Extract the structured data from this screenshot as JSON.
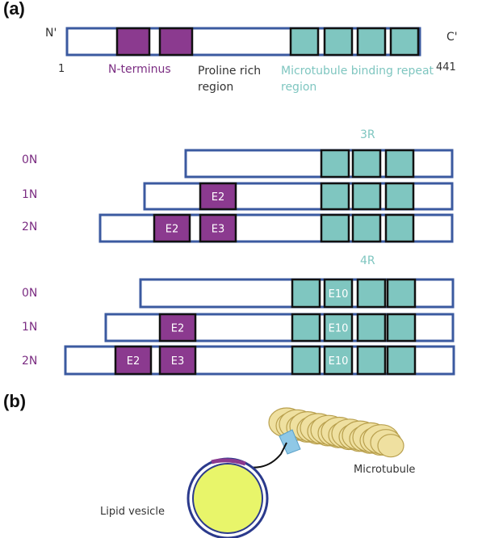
{
  "colors": {
    "outline": "#3b5aa0",
    "purple": "#8b3a8f",
    "teal": "#7fc6c0",
    "vesicle": "#e8f56a",
    "tubule": "#efe0a0"
  },
  "panel_a": {
    "label": "(a)",
    "n_term": "N'",
    "c_term": "C'",
    "start": "1",
    "end": "441",
    "n_terminus": "N-terminus",
    "proline": "Proline rich region",
    "mtbr": "Microtubule binding repeat region",
    "group_3r": "3R",
    "group_4r": "4R",
    "isoforms_3r": [
      {
        "name": "0N",
        "boxes": []
      },
      {
        "name": "1N",
        "boxes": [
          "E2"
        ]
      },
      {
        "name": "2N",
        "boxes": [
          "E2",
          "E3"
        ]
      }
    ],
    "isoforms_4r": [
      {
        "name": "0N",
        "boxes": [],
        "repeat_label": "E10"
      },
      {
        "name": "1N",
        "boxes": [
          "E2"
        ],
        "repeat_label": "E10"
      },
      {
        "name": "2N",
        "boxes": [
          "E2",
          "E3"
        ],
        "repeat_label": "E10"
      }
    ]
  },
  "panel_b": {
    "label": "(b)",
    "microtubule": "Microtubule",
    "vesicle": "Lipid vesicle"
  }
}
